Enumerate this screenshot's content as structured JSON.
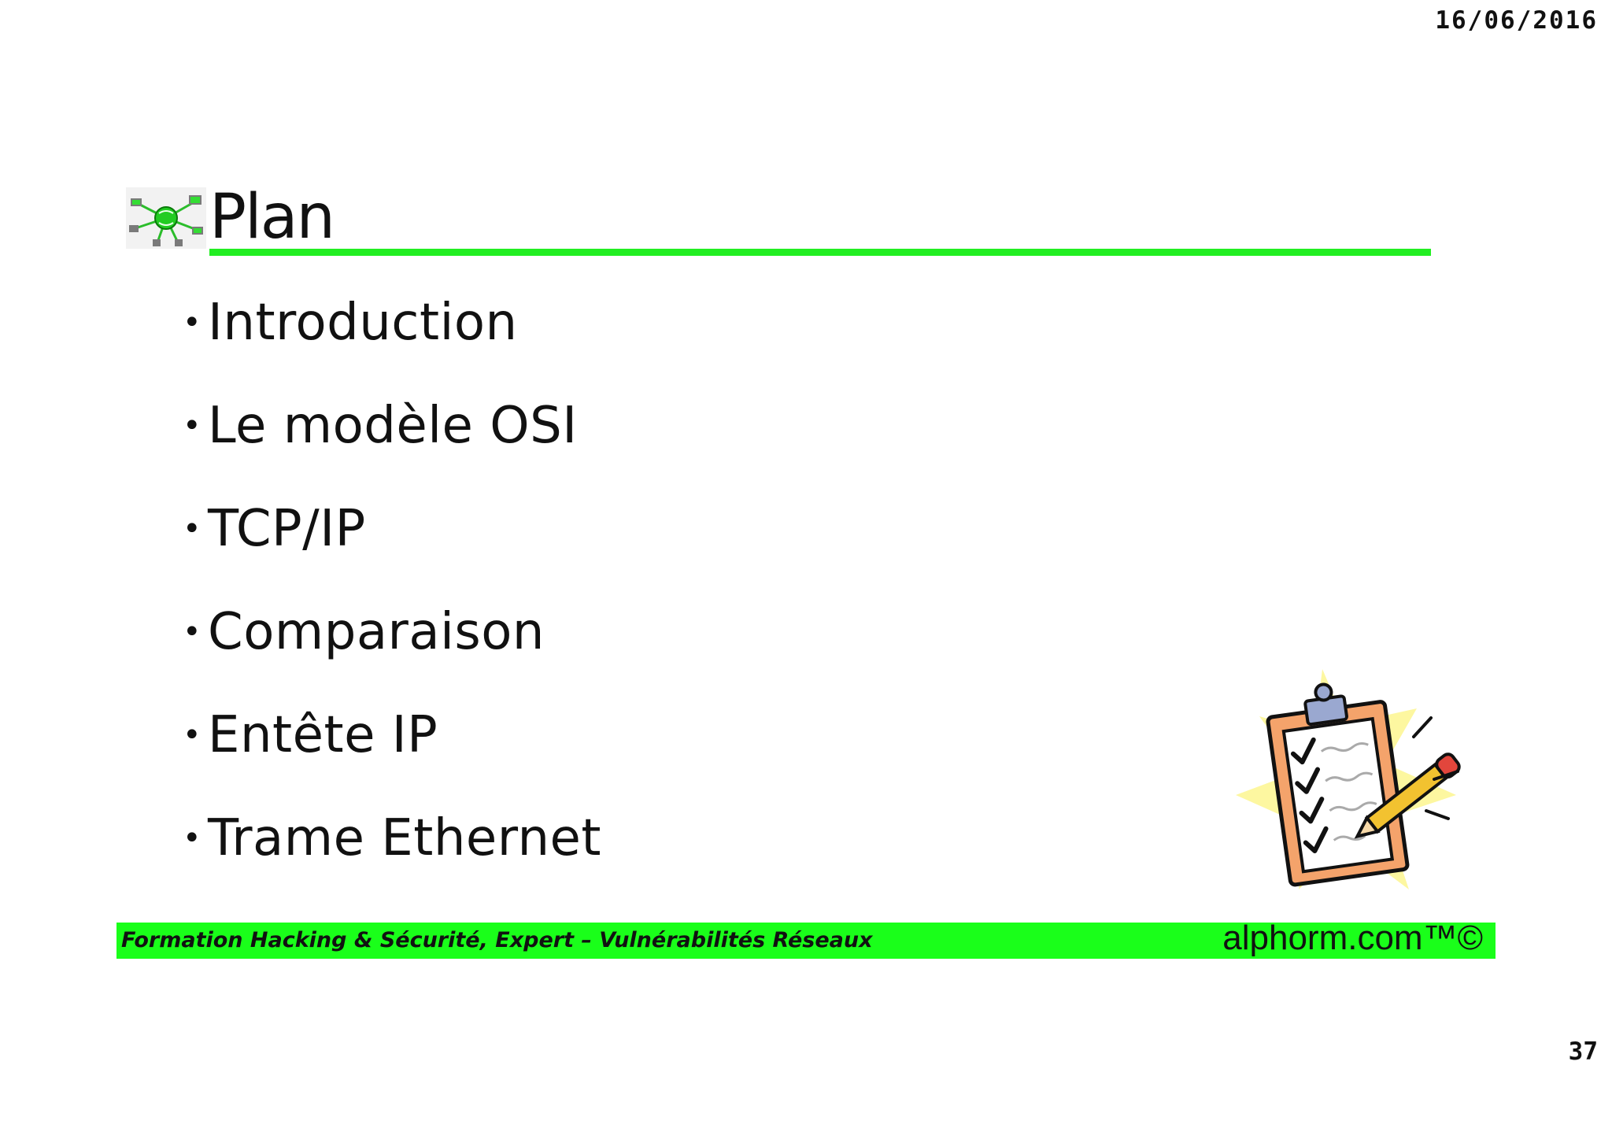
{
  "header": {
    "date": "16/06/2016"
  },
  "slide": {
    "title": "Plan",
    "items": [
      {
        "label": "Introduction"
      },
      {
        "label": "Le modèle OSI"
      },
      {
        "label": "TCP/IP"
      },
      {
        "label": "Comparaison"
      },
      {
        "label": "Entête IP"
      },
      {
        "label": "Trame Ethernet"
      }
    ],
    "bullet": "•",
    "title_icon": "network-globe-icon",
    "illustration": "clipboard-checklist-icon",
    "accent_color": "#22ee22"
  },
  "footer": {
    "course": "Formation Hacking & Sécurité, Expert – Vulnérabilités Réseaux",
    "brand": "alphorm.com™©",
    "bar_color": "#1aff1a"
  },
  "page": {
    "number": "37"
  }
}
